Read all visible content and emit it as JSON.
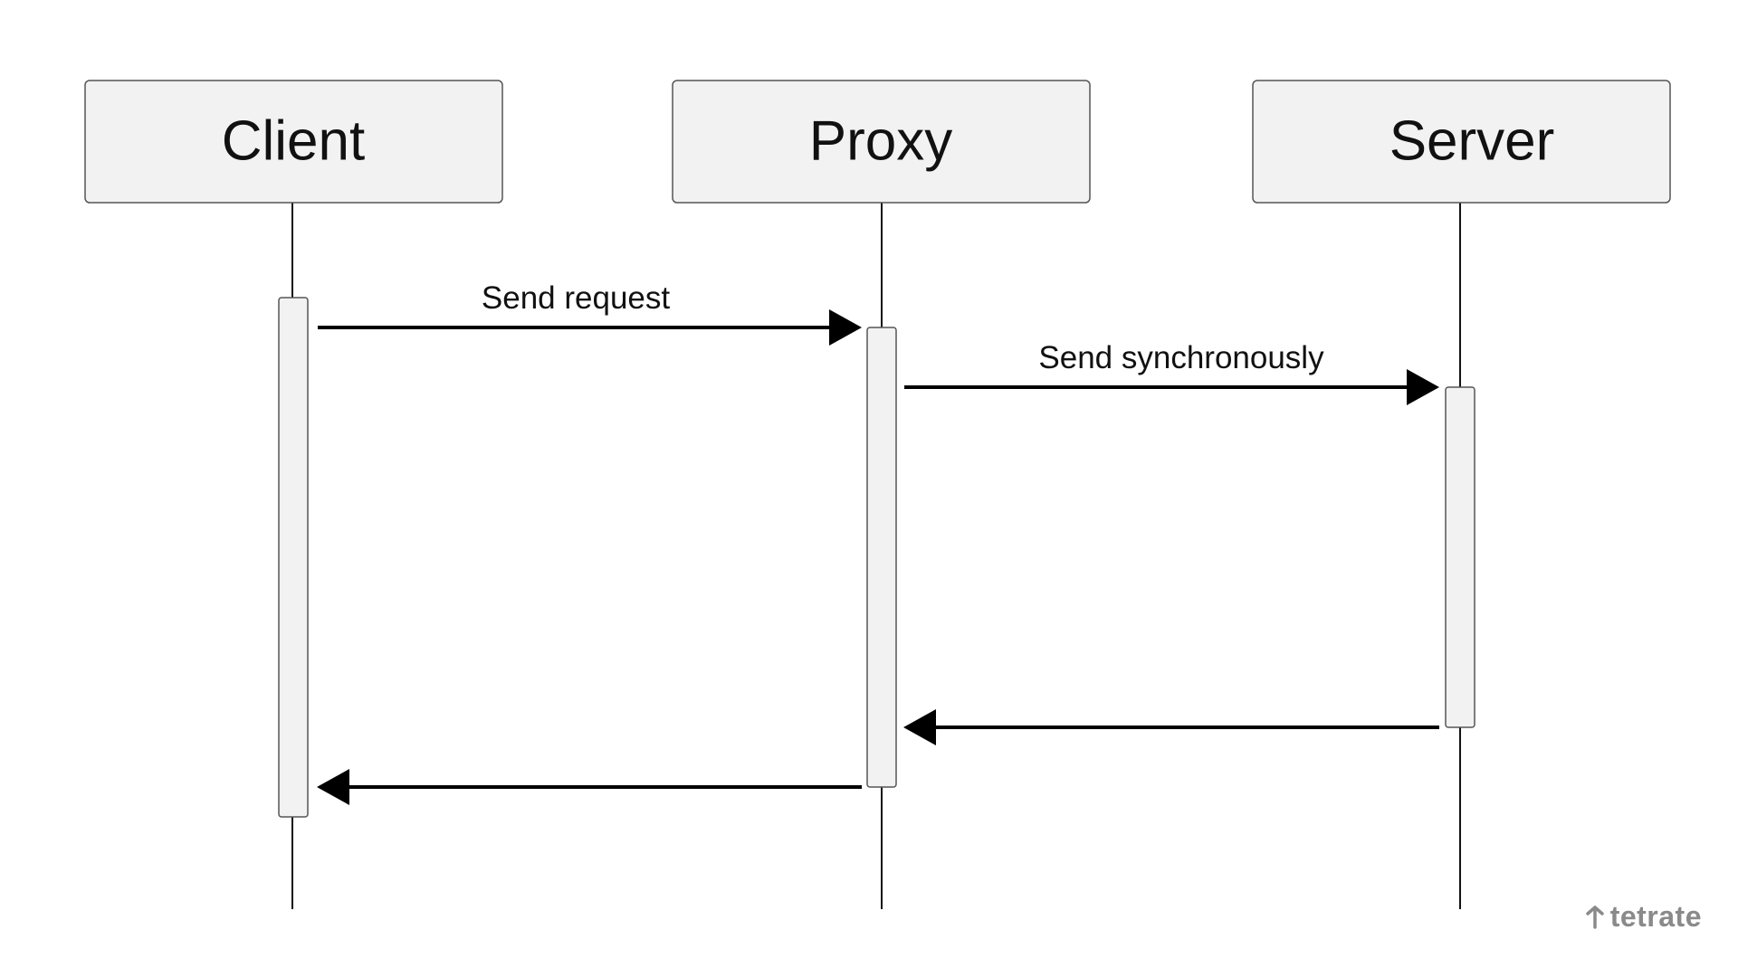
{
  "participants": [
    {
      "id": "client",
      "label": "Client"
    },
    {
      "id": "proxy",
      "label": "Proxy"
    },
    {
      "id": "server",
      "label": "Server"
    }
  ],
  "messages": [
    {
      "from": "client",
      "to": "proxy",
      "label": "Send request"
    },
    {
      "from": "proxy",
      "to": "server",
      "label": "Send synchronously"
    },
    {
      "from": "server",
      "to": "proxy",
      "label": ""
    },
    {
      "from": "proxy",
      "to": "client",
      "label": ""
    }
  ],
  "branding": {
    "logo_text": "tetrate",
    "logo_icon": "tetrate-logo-icon",
    "color": "#8a8a8a"
  },
  "colors": {
    "box_fill": "#f2f2f2",
    "box_stroke": "#555555",
    "line": "#000000"
  }
}
